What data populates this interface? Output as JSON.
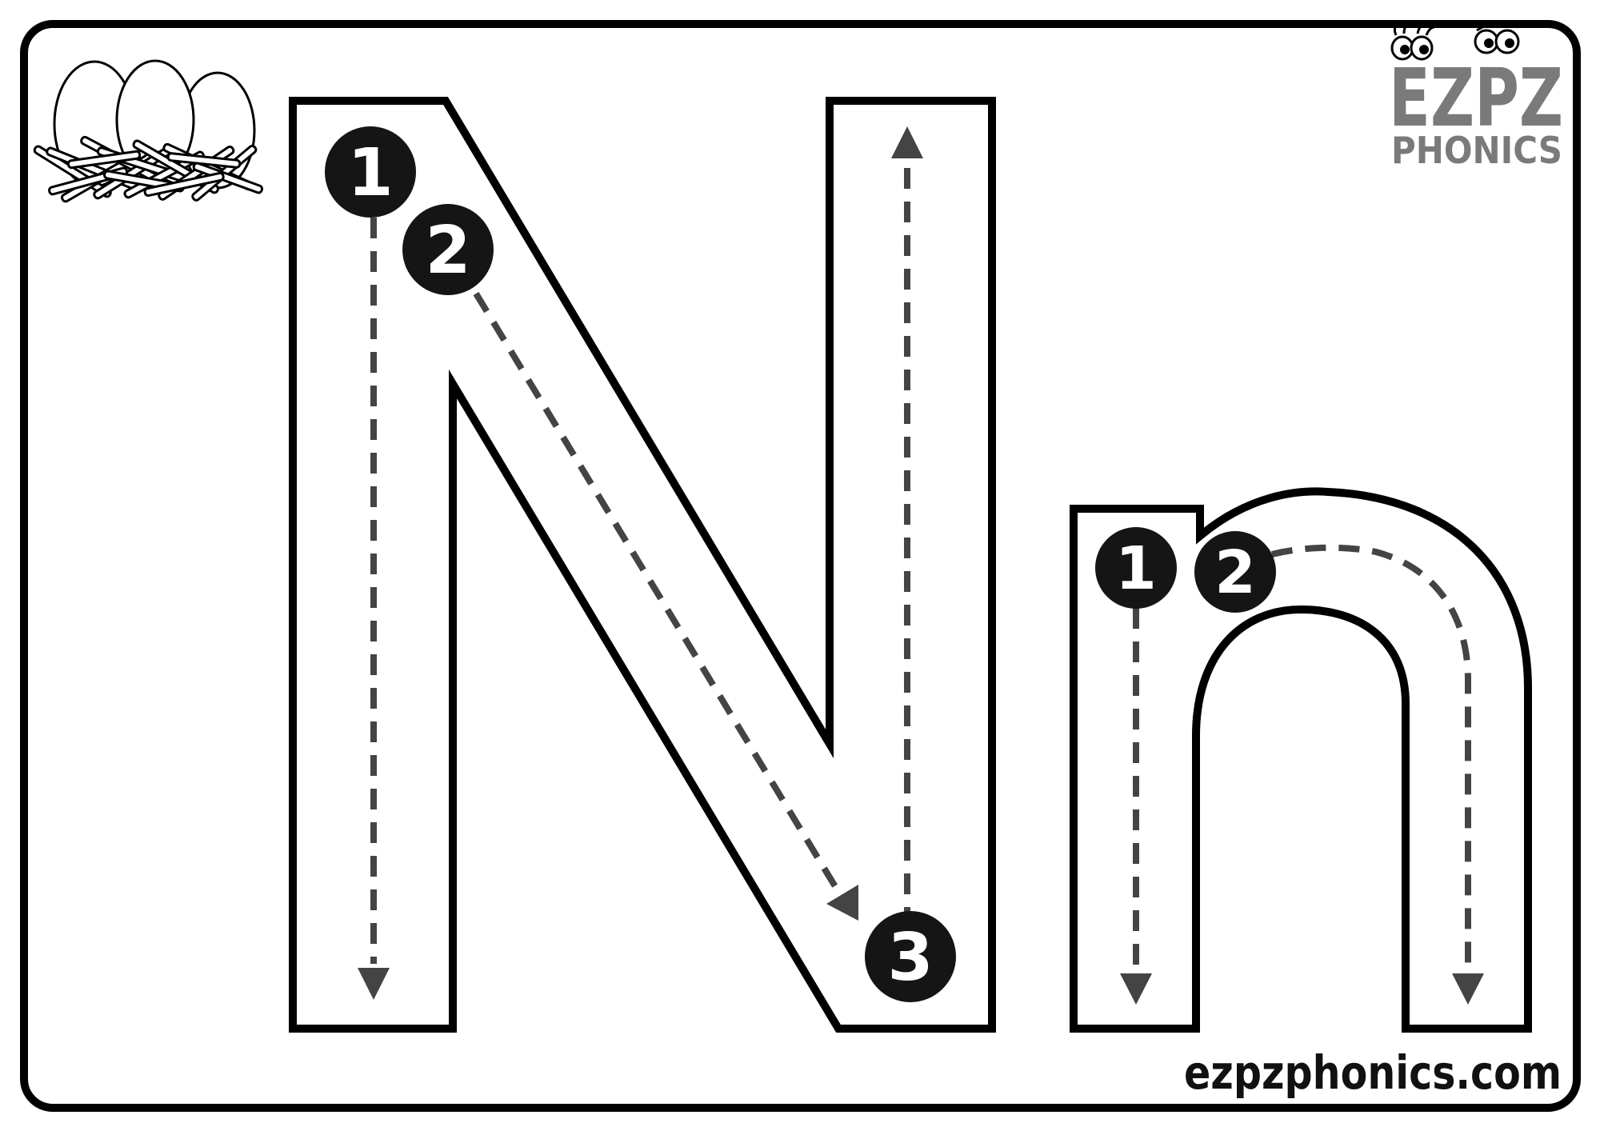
{
  "worksheet": {
    "title": "Letter N tracing worksheet",
    "uppercase_letter": "N",
    "lowercase_letter": "n",
    "stroke_color": "#000000",
    "guide_color": "#444444",
    "badge_color": "#151515"
  },
  "uppercase_strokes": [
    {
      "step": "1",
      "direction": "down"
    },
    {
      "step": "2",
      "direction": "diagonal-down-right"
    },
    {
      "step": "3",
      "direction": "up"
    }
  ],
  "lowercase_strokes": [
    {
      "step": "1",
      "direction": "down"
    },
    {
      "step": "2",
      "direction": "arch-over-and-down"
    }
  ],
  "picture": {
    "label": "nest",
    "description": "three eggs in a nest"
  },
  "logo": {
    "line1": "EZPZ",
    "line2": "PHONICS",
    "color": "#7a7a7a"
  },
  "footer": {
    "website": "ezpzphonics.com"
  }
}
